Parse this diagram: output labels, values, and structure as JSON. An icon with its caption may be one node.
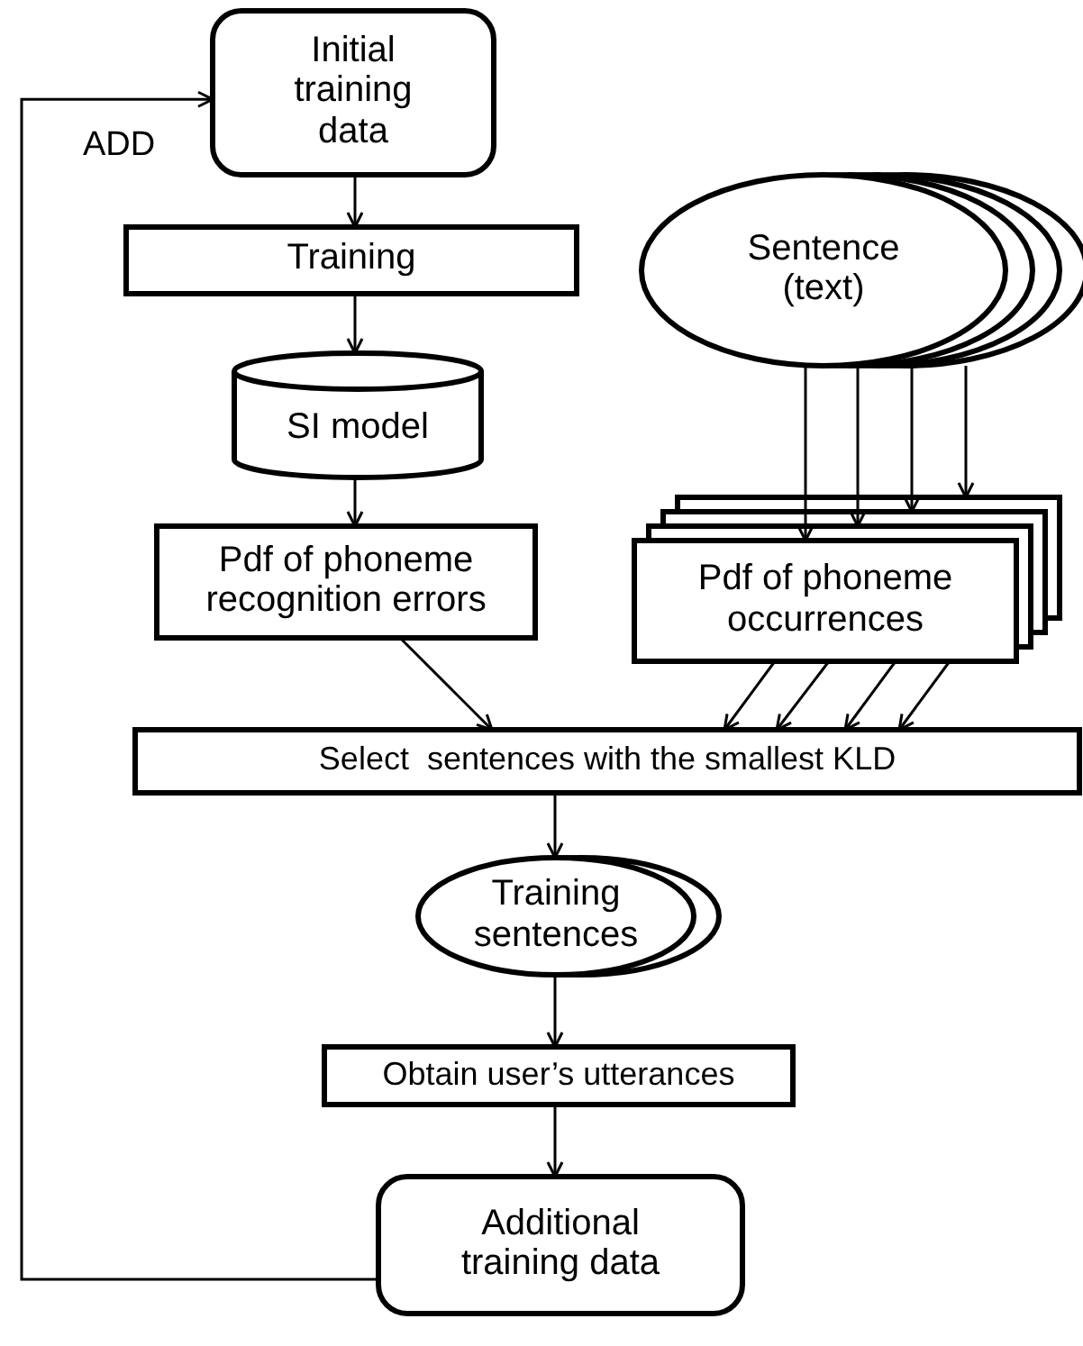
{
  "diagram": {
    "nodes": [
      {
        "text": [
          "Initial training data"
        ]
      },
      {
        "text": [
          "Training"
        ]
      },
      {
        "text": [
          "SI model"
        ]
      },
      {
        "text": [
          "Pdf of phoneme recognition errors"
        ]
      },
      {
        "text": [
          "Sentence (text)"
        ]
      },
      {
        "text": [
          "Pdf of phoneme occurrences"
        ]
      },
      {
        "text": [
          "Select  sentences with the smallest KLD"
        ]
      },
      {
        "text": [
          "Training sentences"
        ]
      },
      {
        "text": [
          "Obtain user’s utterances"
        ]
      },
      {
        "text": [
          "Additional training data"
        ]
      }
    ],
    "edges": [
      {
        "from": 0,
        "to": 1,
        "arrow": "to"
      },
      {
        "from": 1,
        "to": 2,
        "arrow": "to"
      },
      {
        "from": 2,
        "to": 3,
        "arrow": "to"
      },
      {
        "from": 3,
        "to": 6,
        "arrow": "to"
      },
      {
        "from": 4,
        "to": 5,
        "arrow": "to"
      },
      {
        "from": 4,
        "to": 5,
        "arrow": "to"
      },
      {
        "from": 4,
        "to": 5,
        "arrow": "to"
      },
      {
        "from": 4,
        "to": 5,
        "arrow": "to"
      },
      {
        "from": 5,
        "to": 6,
        "arrow": "to"
      },
      {
        "from": 5,
        "to": 6,
        "arrow": "to"
      },
      {
        "from": 5,
        "to": 6,
        "arrow": "to"
      },
      {
        "from": 5,
        "to": 6,
        "arrow": "to"
      },
      {
        "from": 6,
        "to": 7,
        "arrow": "to"
      },
      {
        "from": 7,
        "to": 8,
        "arrow": "to"
      },
      {
        "from": 8,
        "to": 9,
        "arrow": "to"
      },
      {
        "from": 9,
        "to": 0,
        "arrow": "to",
        "label": "ADD"
      }
    ]
  }
}
